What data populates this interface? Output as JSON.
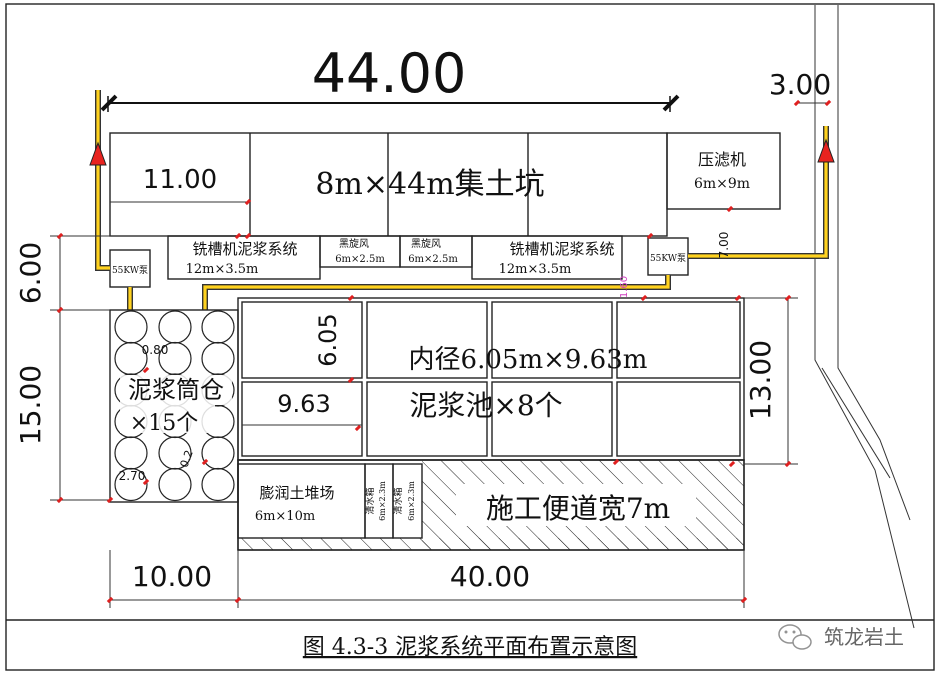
{
  "dimensions": {
    "top_length": "44.00",
    "right_offset": "3.00",
    "left_upper": "6.00",
    "left_lower": "15.00",
    "bottom_left": "10.00",
    "bottom_right": "40.00",
    "right_height": "13.00",
    "pipe_vertical": "7.00",
    "small_pink": "1.60",
    "pool_width": "6.05",
    "pool_length": "9.63",
    "silo_spacing": "0.80",
    "silo_diameter": "2.70",
    "silo_gap": "0.2"
  },
  "blocks": {
    "soil_pit": {
      "name": "8m×44m集土坑",
      "dim": "11.00"
    },
    "filter_press": {
      "name": "压滤机",
      "size": "6m×9m"
    },
    "slot_mill_left": {
      "name": "铣槽机泥浆系统",
      "size": "12m×3.5m"
    },
    "slot_mill_right": {
      "name": "铣槽机泥浆系统",
      "size": "12m×3.5m"
    },
    "cyclone_left": {
      "name": "黑旋风",
      "size": "6m×2.5m"
    },
    "cyclone_right": {
      "name": "黑旋风",
      "size": "6m×2.5m"
    },
    "pump_left": "55KW泵",
    "pump_right": "55KW泵",
    "silos": {
      "line1": "泥浆筒仓",
      "line2": "×15个"
    },
    "pools": {
      "line1": "内径6.05m×9.63m",
      "line2": "泥浆池×8个"
    },
    "bentonite": {
      "name": "膨润土堆场",
      "size": "6m×10m"
    },
    "water_tank_1": {
      "name": "清水箱",
      "size": "6m×2.3m"
    },
    "water_tank_2": {
      "name": "清水箱",
      "size": "6m×2.3m"
    },
    "road": "施工便道宽7m"
  },
  "caption": "图 4.3-3  泥浆系统平面布置示意图",
  "watermark": "筑龙岩土"
}
